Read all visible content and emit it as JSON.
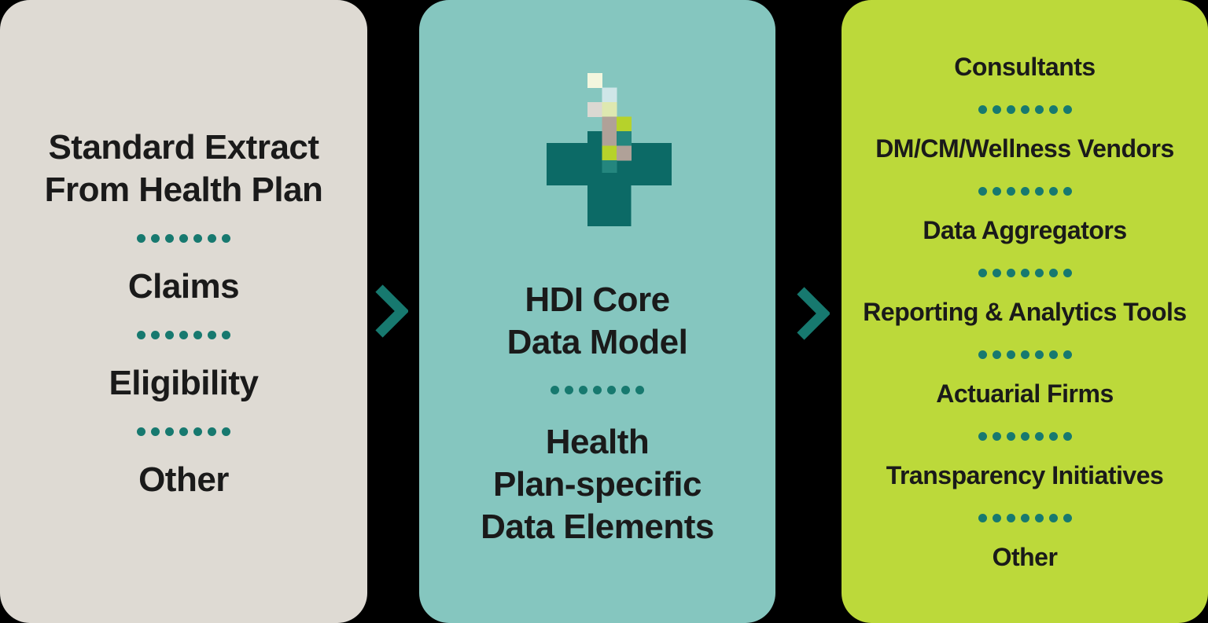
{
  "separator": {
    "dot_count": 7
  },
  "colors": {
    "background": "#000000",
    "panel_source_bg": "#DEDAD3",
    "panel_core_bg": "#85C6BF",
    "panel_output_bg": "#BCD93A",
    "accent_teal": "#17796F",
    "accent_teal_dark": "#0C6A66",
    "text": "#1A1A1A",
    "pixel_cream": "#F3F6DE",
    "pixel_blue": "#CFE6E8",
    "pixel_gray": "#DBD8D2",
    "pixel_yellow_green": "#DEE8B0",
    "pixel_taupe": "#B0A198",
    "pixel_lime": "#B6D22B",
    "pixel_teal": "#24867E"
  },
  "panels": {
    "source": {
      "title_line1": "Standard Extract",
      "title_line2": "From Health Plan",
      "items": [
        "Claims",
        "Eligibility",
        "Other"
      ]
    },
    "core": {
      "icon": "hdi-pixel-cross-icon",
      "title_line1": "HDI Core",
      "title_line2": "Data Model",
      "subtitle_line1": "Health",
      "subtitle_line2": "Plan-specific",
      "subtitle_line3": "Data Elements"
    },
    "output": {
      "items": [
        "Consultants",
        "DM/CM/Wellness Vendors",
        "Data Aggregators",
        "Reporting & Analytics Tools",
        "Actuarial Firms",
        "Transparency Initiatives",
        "Other"
      ]
    }
  },
  "arrows": {
    "icon": "chevron-right-icon"
  }
}
